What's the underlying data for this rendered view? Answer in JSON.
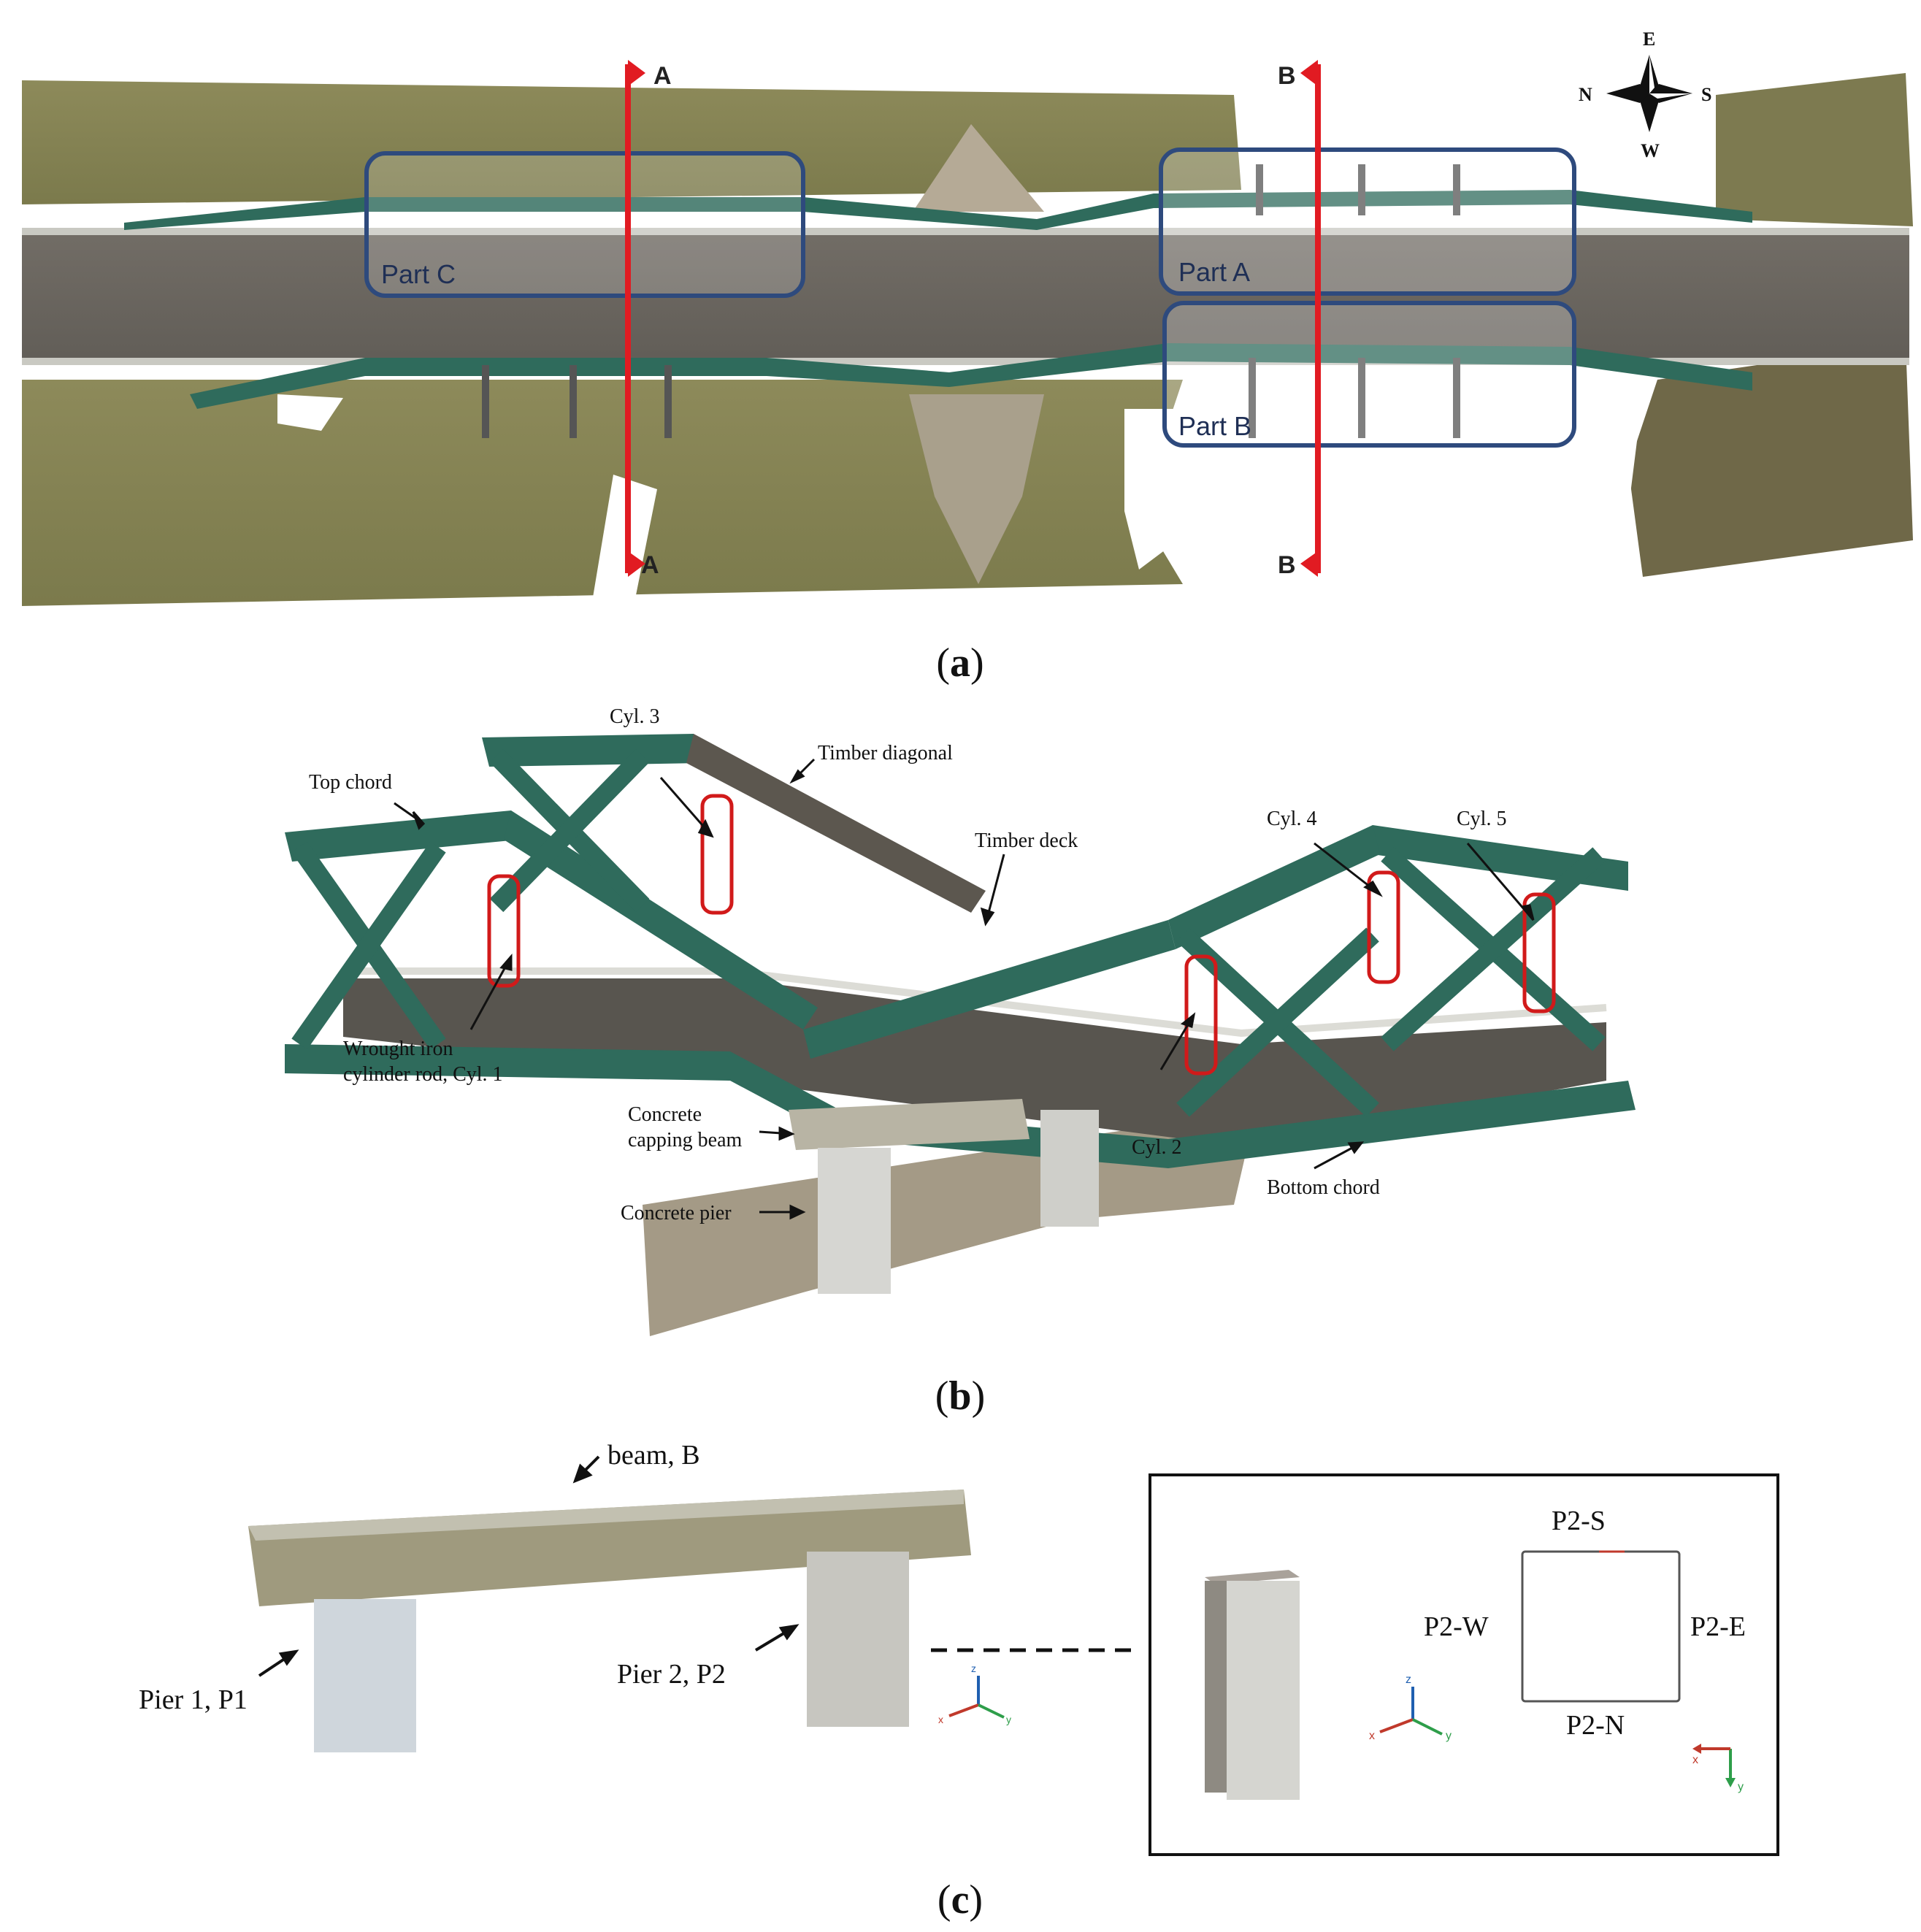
{
  "panel_a": {
    "caption_open": "(",
    "caption_letter": "a",
    "caption_close": ")",
    "section_a_top": "A",
    "section_a_bottom": "A",
    "section_b_top": "B",
    "section_b_bottom": "B",
    "part_a": "Part A",
    "part_b": "Part B",
    "part_c": "Part C",
    "compass": {
      "n": "N",
      "e": "E",
      "s": "S",
      "w": "W"
    }
  },
  "panel_b": {
    "caption_open": "(",
    "caption_letter": "b",
    "caption_close": ")",
    "labels": {
      "top_chord": "Top chord",
      "cyl3": "Cyl. 3",
      "timber_diagonal": "Timber diagonal",
      "timber_deck": "Timber deck",
      "cyl4": "Cyl. 4",
      "cyl5": "Cyl. 5",
      "wrought_iron_1": "Wrought iron",
      "wrought_iron_2": "cylinder rod, Cyl. 1",
      "capping_1": "Concrete",
      "capping_2": "capping beam",
      "pier": "Concrete pier",
      "cyl2": "Cyl. 2",
      "bottom_chord": "Bottom chord"
    }
  },
  "panel_c": {
    "caption_open": "(",
    "caption_letter": "c",
    "caption_close": ")",
    "labels": {
      "beam": "beam, B",
      "pier1": "Pier 1, P1",
      "pier2": "Pier 2, P2",
      "p2s": "P2-S",
      "p2w": "P2-W",
      "p2e": "P2-E",
      "p2n": "P2-N"
    },
    "axes": {
      "x": "x",
      "y": "y",
      "z": "z"
    }
  },
  "colors": {
    "section_red": "#e11b22",
    "part_blue": "#2e4a7d",
    "truss_green": "#2f6b5c",
    "concrete": "#b8b4a4",
    "grass": "#8a8a55",
    "deck": "#6f6a62"
  }
}
